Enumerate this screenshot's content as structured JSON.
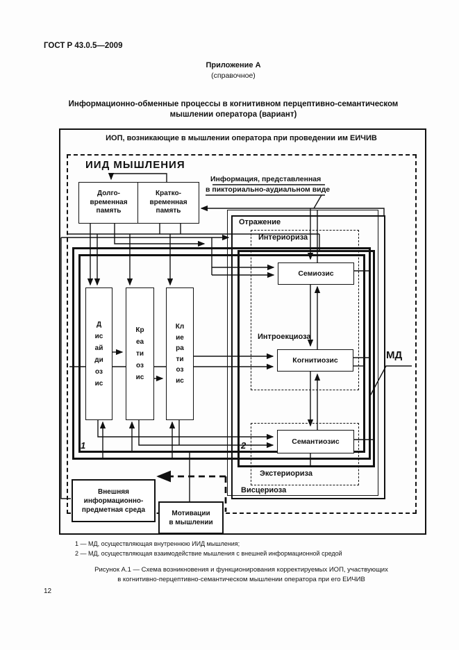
{
  "page": {
    "standard": "ГОСТ Р 43.0.5—2009",
    "annex": "Приложение А",
    "annex_note": "(справочное)",
    "title_line1": "Информационно-обменные процессы в когнитивном перцептивно-семантическом",
    "title_line2": "мышлении оператора (вариант)",
    "page_number": "12"
  },
  "figure": {
    "frame_title": "ИОП, возникающие в мышлении оператора при проведении им ЕИЧИВ",
    "iid_title": "ИИД МЫШЛЕНИЯ",
    "long_term_memory": "Долго-\nвременная\nпамять",
    "short_term_memory": "Кратко-\nвременная\nпамять",
    "info_line1": "Информация, представленная",
    "info_line2": "в пикториально-аудиальном виде",
    "reflection": "Отражение",
    "interioriza": "Интериориза",
    "semiosis": "Семиозис",
    "introekcioza": "Интроекциоза",
    "kognitiozis": "Когнитиозис",
    "semantiozis": "Семантиозис",
    "eksterioriza": "Экстериориза",
    "visterioza": "Висцериоза",
    "disaydiozis": "Дисайдиозис",
    "kreatiozis": "Креатиозис",
    "klieratiozis": "Клиератиозис",
    "md_label": "МД",
    "marker1": "1",
    "marker2": "2",
    "external_env": "Внешняя\nинформационно-\nпредметная среда",
    "motivation": "Мотивации\nв мышлении"
  },
  "footnotes": {
    "f1": "1 — МД, осуществляющая внутреннюю ИИД мышления;",
    "f2": "2 — МД, осуществляющая взаимодействие мышления с внешней информационной средой"
  },
  "caption": {
    "line1": "Рисунок  А.1  —  Схема возникновения и функционирования корректируемых ИОП, участвующих",
    "line2": "в когнитивно-перцептивно-семантическом мышлении оператора при его ЕИЧИВ"
  }
}
